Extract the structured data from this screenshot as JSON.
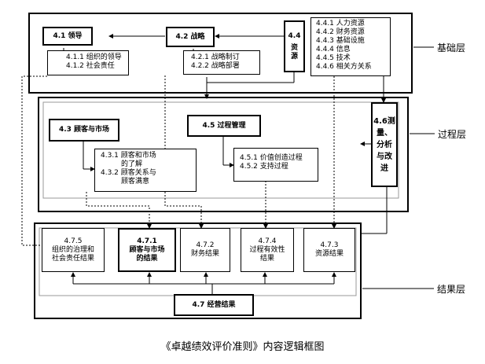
{
  "caption": "《卓越绩效评价准则》内容逻辑框图",
  "layers": {
    "foundation": "基础层",
    "process": "过程层",
    "result": "结果层"
  },
  "boxes": {
    "b41": {
      "title": "4.1 领导",
      "items": [
        "4.1.1 组织的领导",
        "4.1.2 社会责任"
      ]
    },
    "b42": {
      "title": "4.2 战略",
      "items": [
        "4.2.1 战略制订",
        "4.2.2 战略部署"
      ]
    },
    "b44": {
      "title_num": "4.4",
      "title_lines": [
        "资",
        "源"
      ],
      "items": [
        "4.4.1 人力资源",
        "4.4.2 财务资源",
        "4.4.3 基础设施",
        "4.4.4 信息",
        "4.4.5 技术",
        "4.4.6 相关方关系"
      ]
    },
    "b43": {
      "title": "4.3 顾客与市场",
      "items": [
        "4.3.1 顾客和市场",
        "的了解",
        "4.3.2 顾客关系与",
        "顾客满意"
      ]
    },
    "b45": {
      "title": "4.5 过程管理",
      "items": [
        "4.5.1 价值创造过程",
        "4.5.2 支持过程"
      ]
    },
    "b46": {
      "lines": [
        "4.6测",
        "量、",
        "分析",
        "与改",
        "进"
      ]
    },
    "r475": {
      "lines": [
        "4.7.5",
        "组织的治理和",
        "社会责任结果"
      ]
    },
    "r471": {
      "lines": [
        "4.7.1",
        "顾客与市场",
        "的结果"
      ]
    },
    "r472": {
      "lines": [
        "4.7.2",
        "财务结果"
      ]
    },
    "r474": {
      "lines": [
        "4.7.4",
        "过程有效性",
        "结果"
      ]
    },
    "r473": {
      "lines": [
        "4.7.3",
        "资源结果"
      ]
    },
    "b47": {
      "title": "4.7 经营结果"
    }
  }
}
